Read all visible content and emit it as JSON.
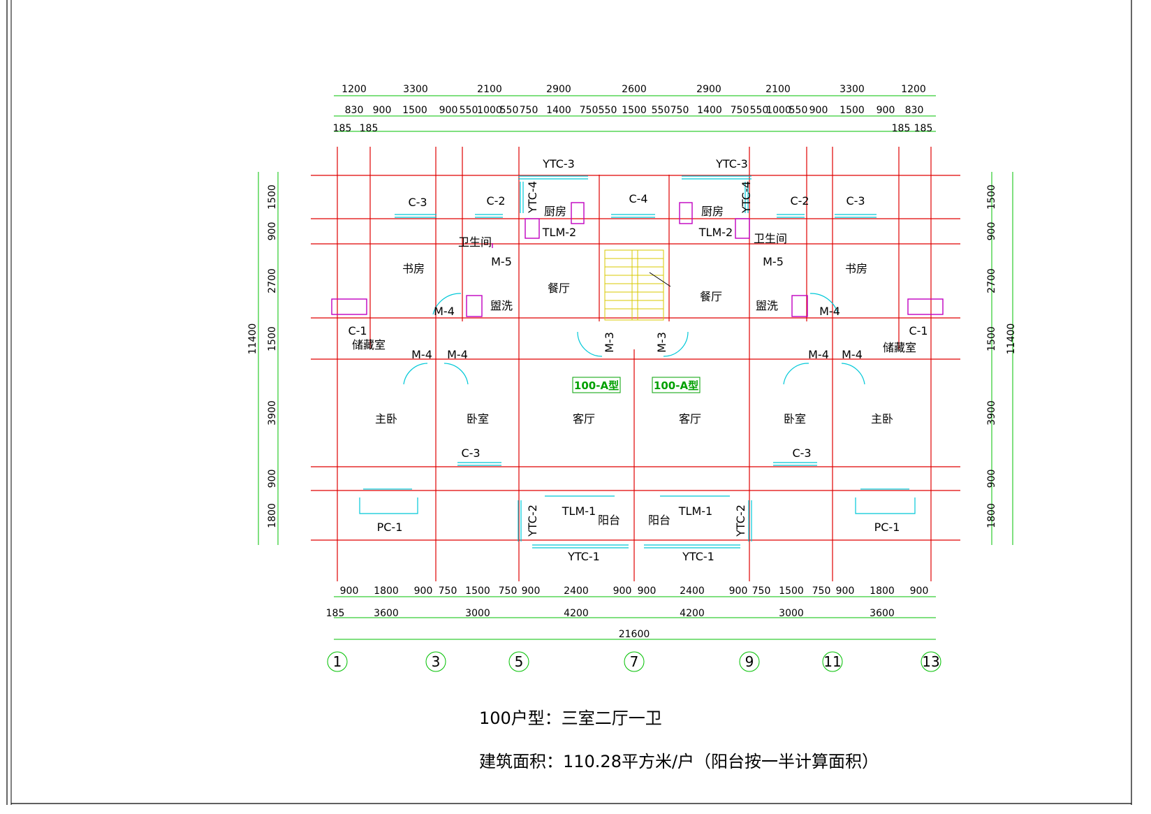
{
  "frame": {
    "note_lines": [
      "100户型：三室二厅一卫",
      "建筑面积：110.28平方米/户（阳台按一半计算面积）"
    ]
  },
  "dims_top_1": [
    "1200",
    "3300",
    "2100",
    "2900",
    "2600",
    "2900",
    "2100",
    "3300",
    "1200"
  ],
  "dims_top_2": [
    "830",
    "900",
    "1500",
    "900",
    "550",
    "1000",
    "550",
    "750",
    "1400",
    "750",
    "550",
    "1500",
    "550",
    "750",
    "1400",
    "750",
    "550",
    "1000",
    "550",
    "900",
    "1500",
    "900",
    "830"
  ],
  "dims_top_3": [
    "185",
    "185",
    "185",
    "185"
  ],
  "dims_bottom_1": [
    "900",
    "1800",
    "900",
    "750",
    "1500",
    "750",
    "900",
    "2400",
    "900",
    "900",
    "2400",
    "900",
    "750",
    "1500",
    "750",
    "900",
    "1800",
    "900"
  ],
  "dims_bottom_2": [
    "185",
    "3600",
    "3000",
    "4200",
    "4200",
    "3000",
    "3600"
  ],
  "dims_bottom_total": "21600",
  "dims_left": [
    "1500",
    "900",
    "2700",
    "1500",
    "3900",
    "900",
    "1800"
  ],
  "dims_left_total": "11400",
  "dims_right": [
    "1500",
    "900",
    "2700",
    "1500",
    "3900",
    "900",
    "1800"
  ],
  "dims_right_total": "11400",
  "axes": [
    "1",
    "3",
    "5",
    "7",
    "9",
    "11",
    "13"
  ],
  "rooms": {
    "left": {
      "study": "书房",
      "bath": "卫生间",
      "wash": "盥洗",
      "kitchen": "厨房",
      "dining": "餐厅",
      "storage": "储藏室",
      "master": "主卧",
      "bedroom": "卧室",
      "living": "客厅",
      "balcony": "阳台"
    },
    "right": {
      "study": "书房",
      "bath": "卫生间",
      "wash": "盥洗",
      "kitchen": "厨房",
      "dining": "餐厅",
      "storage": "储藏室",
      "master": "主卧",
      "bedroom": "卧室",
      "living": "客厅",
      "balcony": "阳台"
    }
  },
  "marks": {
    "c3": "C-3",
    "c2": "C-2",
    "c4": "C-4",
    "c1": "C-1",
    "ytc3": "YTC-3",
    "ytc4": "YTC-4",
    "ytc2": "YTC-2",
    "ytc1": "YTC-1",
    "tlm2": "TLM-2",
    "tlm1": "TLM-1",
    "m5": "M-5",
    "m4": "M-4",
    "m3": "M-3",
    "pc1": "PC-1",
    "type_tag": "100-A型"
  },
  "colors": {
    "grid": "#e00000",
    "dimension": "#00c000",
    "window": "#00c8d8",
    "fixture": "#c000c0"
  }
}
